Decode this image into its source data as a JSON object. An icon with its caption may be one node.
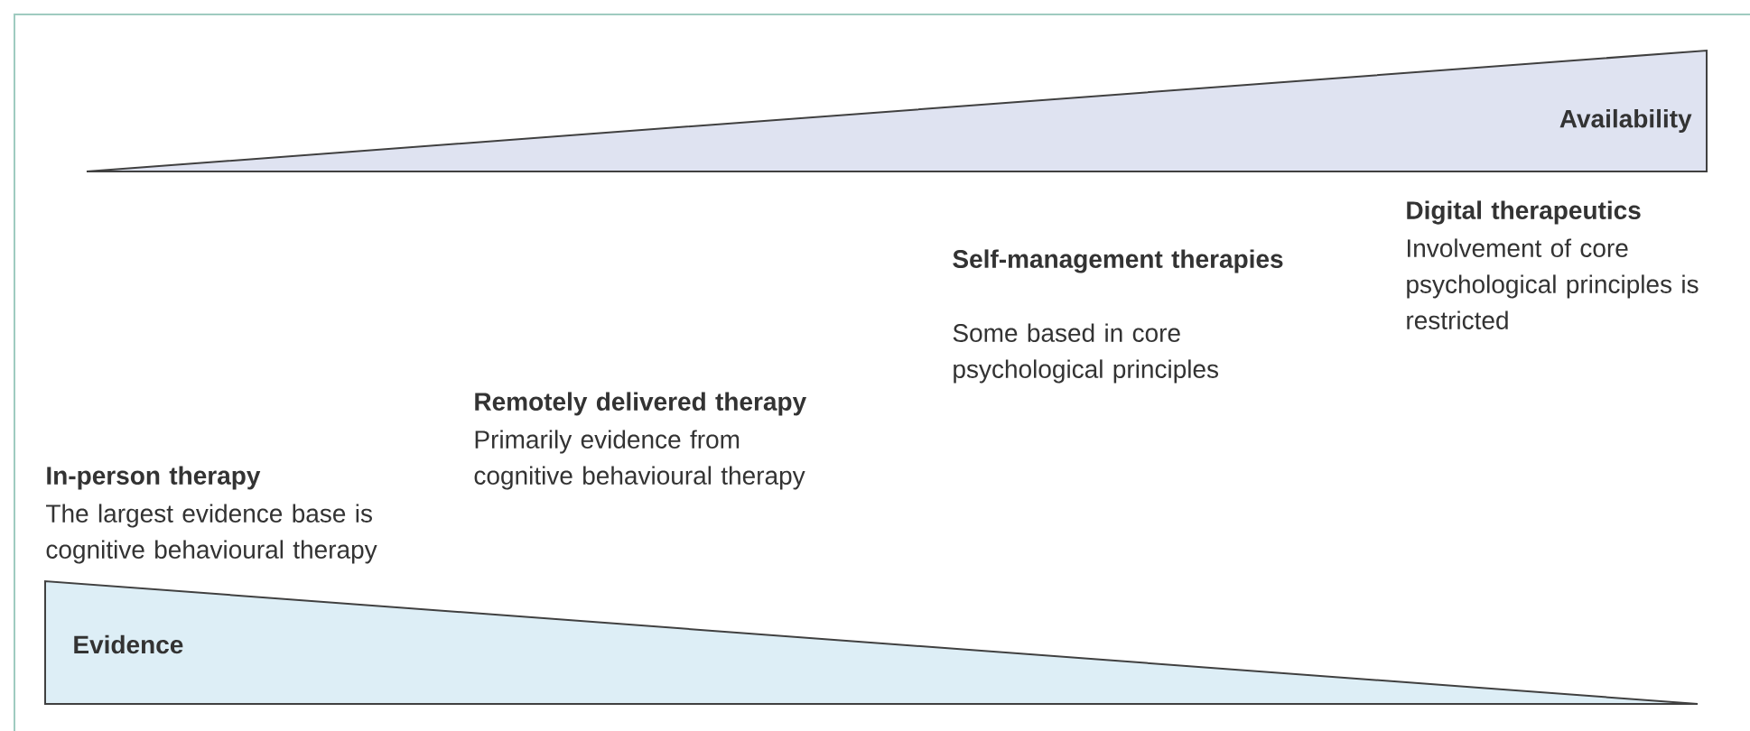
{
  "diagram": {
    "nodes": [
      {
        "text": [
          "Availability"
        ]
      },
      {
        "text": [
          "Evidence"
        ]
      }
    ],
    "labels": [
      "Digital therapeutics",
      "Involvement of core psychological principles is restricted",
      "Self-management therapies",
      "Some based in core psychological principles",
      "Remotely delivered therapy",
      "Primarily evidence from cognitive behavioural therapy",
      "In-person therapy",
      "The largest evidence base is cognitive behavioural therapy"
    ]
  }
}
